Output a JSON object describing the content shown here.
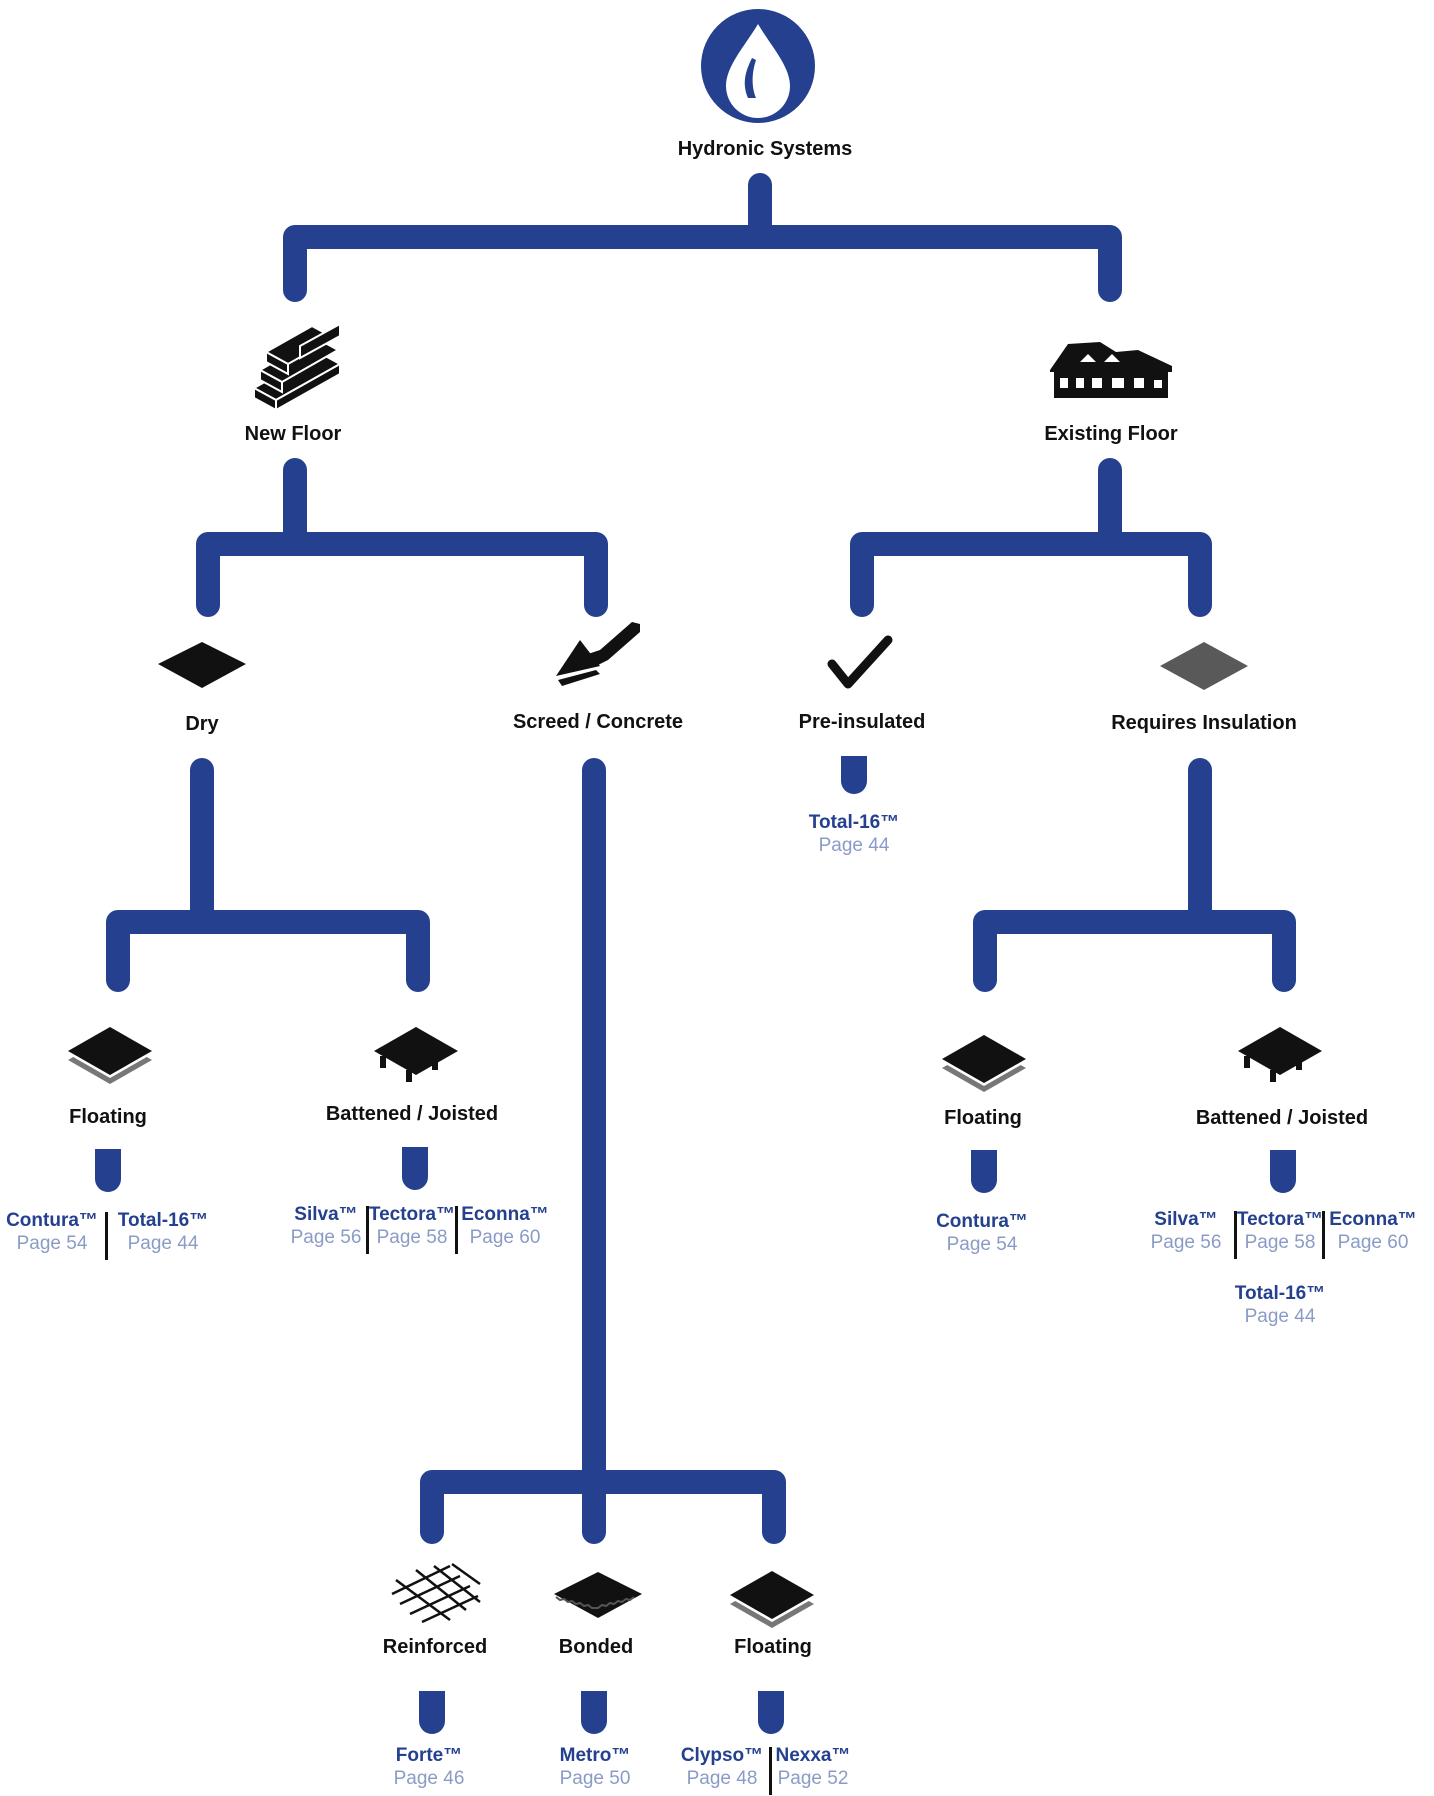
{
  "colors": {
    "pipe": "#24408E",
    "icon": "#111111",
    "product_name": "#24408E",
    "product_page": "#8A9BC6"
  },
  "root": {
    "label": "Hydronic Systems",
    "icon": "water-drop-icon"
  },
  "branches": {
    "new_floor": {
      "label": "New Floor",
      "icon": "bricks-icon",
      "dry": {
        "label": "Dry",
        "icon": "board-icon",
        "floating": {
          "label": "Floating",
          "icon": "layered-board-icon",
          "products": [
            {
              "name": "Contura™",
              "page": "Page 54"
            },
            {
              "name": "Total-16™",
              "page": "Page 44"
            }
          ]
        },
        "battened": {
          "label": "Battened / Joisted",
          "icon": "joisted-board-icon",
          "products": [
            {
              "name": "Silva™",
              "page": "Page 56"
            },
            {
              "name": "Tectora™",
              "page": "Page 58"
            },
            {
              "name": "Econna™",
              "page": "Page 60"
            }
          ]
        }
      },
      "screed": {
        "label": "Screed / Concrete",
        "icon": "trowel-icon",
        "reinforced": {
          "label": "Reinforced",
          "icon": "mesh-icon",
          "products": [
            {
              "name": "Forte™",
              "page": "Page 46"
            }
          ]
        },
        "bonded": {
          "label": "Bonded",
          "icon": "bonded-board-icon",
          "products": [
            {
              "name": "Metro™",
              "page": "Page 50"
            }
          ]
        },
        "floating": {
          "label": "Floating",
          "icon": "layered-board-icon",
          "products": [
            {
              "name": "Clypso™",
              "page": "Page 48"
            },
            {
              "name": "Nexxa™",
              "page": "Page 52"
            }
          ]
        }
      }
    },
    "existing_floor": {
      "label": "Existing Floor",
      "icon": "house-icon",
      "pre_insulated": {
        "label": "Pre-insulated",
        "icon": "checkmark-icon",
        "products": [
          {
            "name": "Total-16™",
            "page": "Page 44"
          }
        ]
      },
      "requires_insulation": {
        "label": "Requires Insulation",
        "icon": "grey-board-icon",
        "floating": {
          "label": "Floating",
          "icon": "layered-board-icon",
          "products": [
            {
              "name": "Contura™",
              "page": "Page 54"
            }
          ]
        },
        "battened": {
          "label": "Battened / Joisted",
          "icon": "joisted-board-icon",
          "products": [
            {
              "name": "Silva™",
              "page": "Page 56"
            },
            {
              "name": "Tectora™",
              "page": "Page 58"
            },
            {
              "name": "Econna™",
              "page": "Page 60"
            },
            {
              "name": "Total-16™",
              "page": "Page 44"
            }
          ]
        }
      }
    }
  }
}
